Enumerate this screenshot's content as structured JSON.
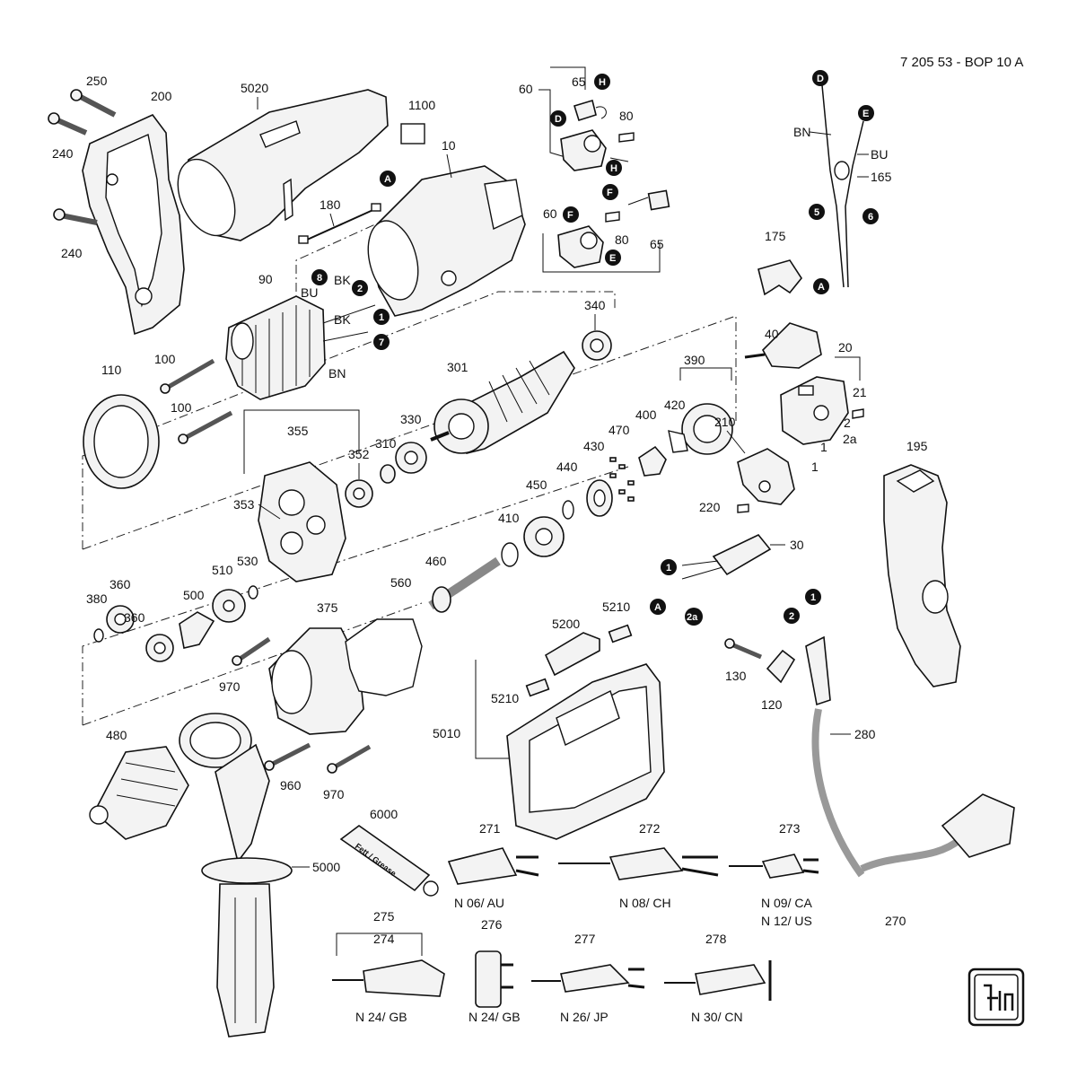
{
  "header": {
    "model": "7 205 53 - BOP 10 A"
  },
  "parts": {
    "p250": "250",
    "p200": "200",
    "p240a": "240",
    "p240b": "240",
    "p5020": "5020",
    "p1100": "1100",
    "p10": "10",
    "p180": "180",
    "p60a": "60",
    "p65a": "65",
    "p80a": "80",
    "p60b": "60",
    "p80b": "80",
    "p65b": "65",
    "pBN": "BN",
    "pBU": "BU",
    "p165": "165",
    "p175": "175",
    "p90": "90",
    "pBU2": "BU",
    "pBK1": "BK",
    "pBK2": "BK",
    "pBN2": "BN",
    "p100a": "100",
    "p100b": "100",
    "p110": "110",
    "p340": "340",
    "p301": "301",
    "p330": "330",
    "p355": "355",
    "p352": "352",
    "p310": "310",
    "p353": "353",
    "p390": "390",
    "p420": "420",
    "p400": "400",
    "p470": "470",
    "p430": "430",
    "p440": "440",
    "p450": "450",
    "p410": "410",
    "p40": "40",
    "p20": "20",
    "p21": "21",
    "p2": "2",
    "p2a": "2a",
    "p1a": "1",
    "p1b": "1",
    "p210": "210",
    "p220": "220",
    "p195": "195",
    "p30": "30",
    "p360a": "360",
    "p380": "380",
    "p500": "500",
    "p510": "510",
    "p530": "530",
    "p360b": "360",
    "p375": "375",
    "p560": "560",
    "p460": "460",
    "p970a": "970",
    "p970b": "970",
    "p960": "960",
    "p480": "480",
    "p5000": "5000",
    "p6000": "6000",
    "p271": "271",
    "p272": "272",
    "p273": "273",
    "p5210a": "5210",
    "p5200": "5200",
    "p5210b": "5210",
    "p5010": "5010",
    "p130": "130",
    "p120": "120",
    "p280": "280",
    "p270": "270",
    "p275": "275",
    "p274": "274",
    "p276": "276",
    "p277": "277",
    "p278": "278"
  },
  "badges": {
    "A": "A",
    "D": "D",
    "E": "E",
    "F": "F",
    "H": "H",
    "n1": "1",
    "n2": "2",
    "n2a": "2a",
    "n5": "5",
    "n6": "6",
    "n7": "7",
    "n8": "8"
  },
  "variants": {
    "v271": "N 06/ AU",
    "v272": "N 08/ CH",
    "v273a": "N 09/ CA",
    "v273b": "N 12/ US",
    "v275": "N 24/ GB",
    "v276": "N 24/ GB",
    "v277": "N 26/ JP",
    "v278": "N 30/ CN"
  },
  "grease_label": "Fett / Grease",
  "colors": {
    "ink": "#111111",
    "badge": "#111111",
    "shade": "#6e6e6e"
  }
}
